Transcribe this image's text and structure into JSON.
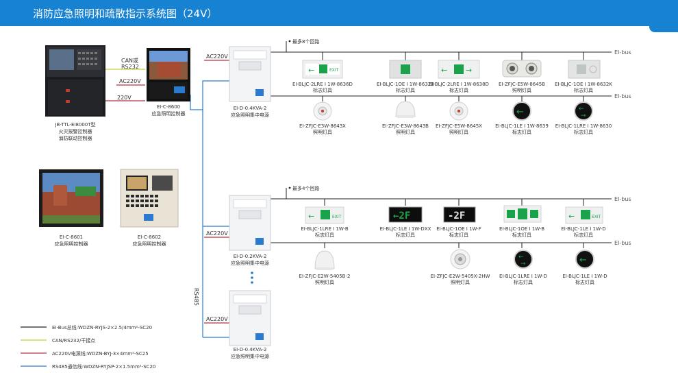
{
  "title": "消防应急照明和疏散指示系统图（24V）",
  "controllers": {
    "jb": {
      "line1": "JB-TTL-EI8000T型",
      "line2": "火灾报警控制器",
      "line3": "消防联动控制器"
    },
    "c8600": {
      "line1": "EI-C-8600",
      "line2": "应急照明控制器"
    },
    "c8601": {
      "line1": "EI-C-8601",
      "line2": "应急照明控制器"
    },
    "c8602": {
      "line1": "EI-C-8602",
      "line2": "应急照明控制器"
    }
  },
  "wires": {
    "can": "CAN或",
    "rs232": "RS232",
    "ac220a": "AC220V",
    "v220": "220V",
    "ac220b": "AC220V",
    "rs485": "RS485"
  },
  "ps1": {
    "line1": "EI-D-0.4KVA-2",
    "line2": "应急照明集中电源",
    "ac": "AC220V",
    "loops": "最多8个回路"
  },
  "ps2": {
    "line1": "EI-D-0.2KVA-2",
    "line2": "应急照明集中电源",
    "ac": "AC220V",
    "loops": "最多4个回路"
  },
  "ps3": {
    "line1": "EI-D-0.4KVA-2",
    "line2": "应急照明集中电源",
    "ac": "AC220V"
  },
  "bus_label": "EI-bus",
  "group1_row1": [
    {
      "model": "EI-BLJC-2LRE I 1W-8636D",
      "type": "标志灯具",
      "icon": "exit-sign-left-icon"
    },
    {
      "model": "EI-BLJC-1OE I 1W-8632B",
      "type": "标志灯具",
      "icon": "exit-sign-icon"
    },
    {
      "model": "EI-BLJC-2LRE I 1W-8638D",
      "type": "标志灯具",
      "icon": "exit-sign-double-icon"
    },
    {
      "model": "EI-ZFJC-E5W-8645B",
      "type": "照明灯具",
      "icon": "twin-spotlight-icon"
    },
    {
      "model": "EI-BLJC-1OE I 1W-8632K",
      "type": "标志灯具",
      "icon": "exit-sign-icon"
    }
  ],
  "group1_row2": [
    {
      "model": "EI-ZFJC-E3W-8643X",
      "type": "照明灯具",
      "icon": "ceiling-light-icon"
    },
    {
      "model": "EI-ZFJC-E3W-8643B",
      "type": "照明灯具",
      "icon": "wall-light-icon"
    },
    {
      "model": "EI-ZFJC-E5W-8645X",
      "type": "照明灯具",
      "icon": "ceiling-light-icon"
    },
    {
      "model": "EI-BLJC-1LE I 1W-8639",
      "type": "标志灯具",
      "icon": "round-arrow-left-icon"
    },
    {
      "model": "EI-BLJC-1LRE I 1W-8630",
      "type": "标志灯具",
      "icon": "round-arrow-double-icon"
    }
  ],
  "group2_row1": [
    {
      "model": "EI-BLJC-1LRE I 1W-B",
      "type": "标志灯具",
      "icon": "exit-sign-left-icon"
    },
    {
      "model": "EI-BLJC-1LE I 1W-DXX",
      "type": "标志灯具",
      "icon": "floor-sign-icon",
      "text": "←2F"
    },
    {
      "model": "EI-BLJC-1OE I 1W-F",
      "type": "标志灯具",
      "icon": "floor-sign-icon",
      "text": "-2F"
    },
    {
      "model": "EI-BLJC-1OE I 1W-B",
      "type": "标志灯具",
      "icon": "safety-exit-sign-icon"
    },
    {
      "model": "EI-BLJC-1LE I 1W-D",
      "type": "标志灯具",
      "icon": "exit-sign-left-icon"
    }
  ],
  "group2_row2": [
    {
      "model": "EI-ZFJC-E2W-5405B-2",
      "type": "照明灯具",
      "icon": "wall-light-icon"
    },
    {
      "model": "EI-ZFJC-E2W-5405X-2HW",
      "type": "照明灯具",
      "icon": "ceiling-light-icon"
    },
    {
      "model": "EI-BLJC-1LRE I 1W-D",
      "type": "标志灯具",
      "icon": "round-arrow-double-icon"
    },
    {
      "model": "EI-BLJC-1LE I 1W-D",
      "type": "标志灯具",
      "icon": "round-arrow-left-icon"
    }
  ],
  "legend": [
    {
      "label": "EI-Bus总线:WDZN-RYJS-2×2.5/4mm²-SC20",
      "color": "#222222"
    },
    {
      "label": "CAN/RS232/干接点",
      "color": "#c7cf3a"
    },
    {
      "label": "AC220V电源线:WDZN-BYJ-3×4mm²-SC25",
      "color": "#b8333c"
    },
    {
      "label": "RS485通信线:WDZN-RYJSP-2×1.5mm²-SC20",
      "color": "#2a7bd0"
    }
  ],
  "colors": {
    "header": "#1781d2",
    "bus": "#222222",
    "can": "#c7cf3a",
    "ac": "#b8333c",
    "rs485": "#2a7bd0",
    "sign_green": "#1aa34a"
  }
}
